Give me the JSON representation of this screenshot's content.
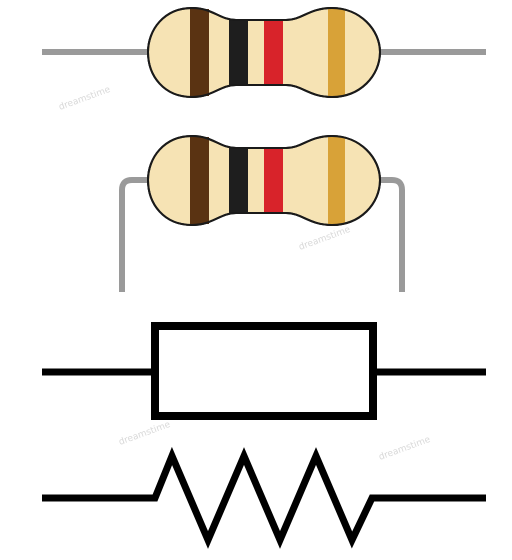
{
  "illustration": {
    "subject": "resistor",
    "views": [
      "axial-resistor-straight-leads",
      "axial-resistor-bent-leads",
      "iec-resistor-symbol",
      "ansi-resistor-symbol"
    ]
  },
  "resistor": {
    "body_color": "#f6e3b4",
    "lead_color": "#9a9a9a",
    "outline_color": "#1a1a1a",
    "bands": [
      {
        "name": "band-1",
        "color": "#5a3312"
      },
      {
        "name": "band-2",
        "color": "#1e1e1e"
      },
      {
        "name": "band-3",
        "color": "#d8232a"
      },
      {
        "name": "band-tolerance",
        "color": "#d8a238"
      }
    ]
  },
  "symbols": {
    "stroke_color": "#000000"
  },
  "watermark": {
    "text": "dreamstime",
    "color": "#d8d8d8"
  }
}
